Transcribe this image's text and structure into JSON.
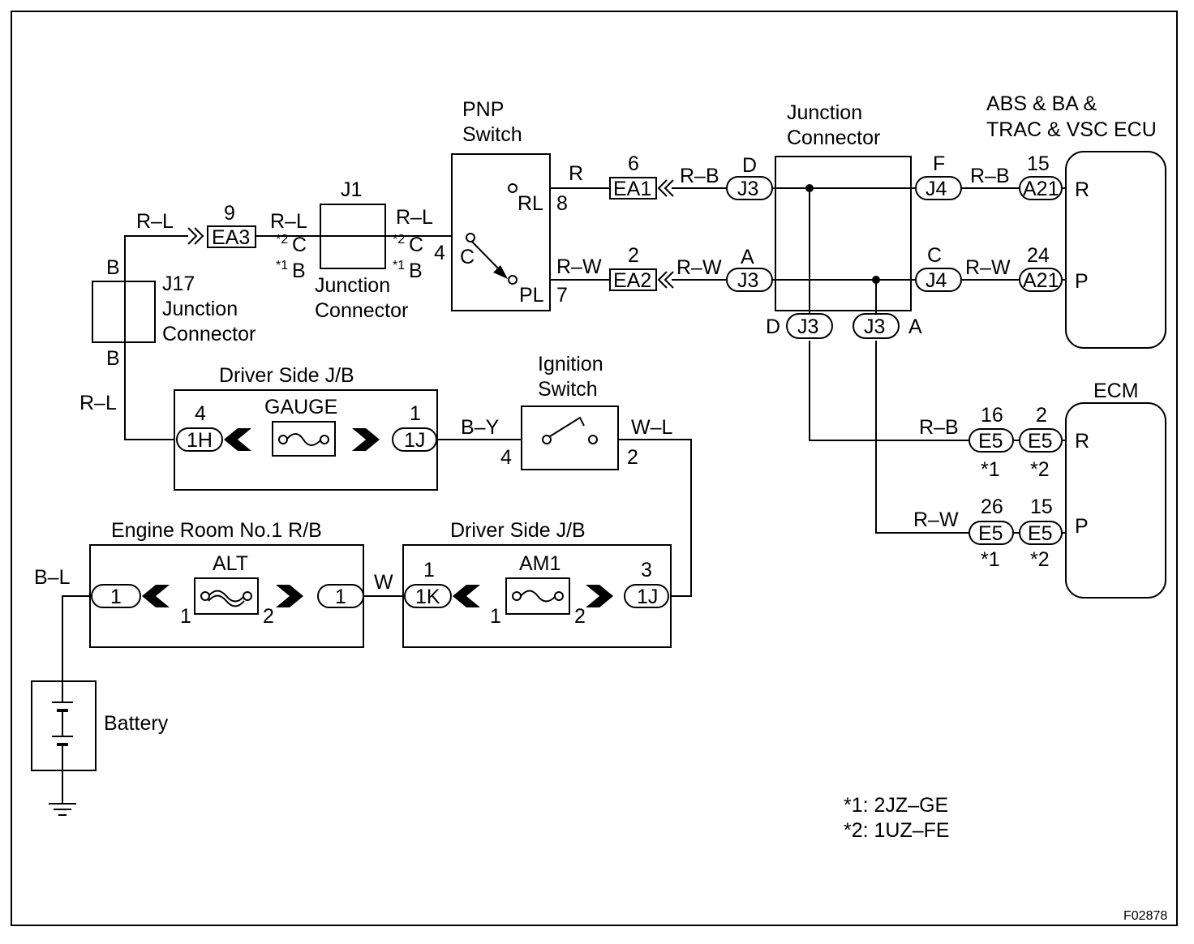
{
  "components": {
    "pnp_switch": [
      "PNP",
      "Switch"
    ],
    "junction_connector_main": [
      "Junction",
      "Connector"
    ],
    "abs_ecu": [
      "ABS & BA &",
      "TRAC & VSC ECU"
    ],
    "j1": "J1",
    "j1_label": [
      "Junction",
      "Connector"
    ],
    "j17": [
      "J17",
      "Junction",
      "Connector"
    ],
    "driver_jb_gauge": "Driver Side J/B",
    "gauge": "GAUGE",
    "ignition": [
      "Ignition",
      "Switch"
    ],
    "ecm": "ECM",
    "engine_rb": "Engine Room No.1 R/B",
    "alt": "ALT",
    "driver_jb_am1": "Driver Side J/B",
    "am1": "AM1",
    "battery": "Battery"
  },
  "connectors": {
    "ea3": "EA3",
    "ea1": "EA1",
    "ea2": "EA2",
    "j3": "J3",
    "j4": "J4",
    "a21": "A21",
    "e5": "E5",
    "h1": "1H",
    "j1c": "1J",
    "k1": "1K",
    "one": "1"
  },
  "wires": {
    "rl": "R–L",
    "r": "R",
    "rb": "R–B",
    "rw": "R–W",
    "by": "B–Y",
    "wl": "W–L",
    "w": "W",
    "bl": "B–L",
    "b": "B"
  },
  "pins": {
    "n9": "9",
    "n6": "6",
    "n2": "2",
    "n15": "15",
    "n24": "24",
    "n16": "16",
    "n26": "26",
    "n4": "4",
    "n1": "1",
    "n3": "3",
    "n8": "8",
    "n7": "7",
    "rl_term": "RL",
    "pl_term": "PL",
    "c": "C",
    "b": "B",
    "d": "D",
    "a": "A",
    "f": "F",
    "r_term": "R",
    "p_term": "P",
    "star1": "*1",
    "star2": "*2",
    "sup1": "*1",
    "sup2": "*2"
  },
  "notes": {
    "line1": "*1: 2JZ–GE",
    "line2": "*2: 1UZ–FE",
    "figure_id": "F02878"
  }
}
